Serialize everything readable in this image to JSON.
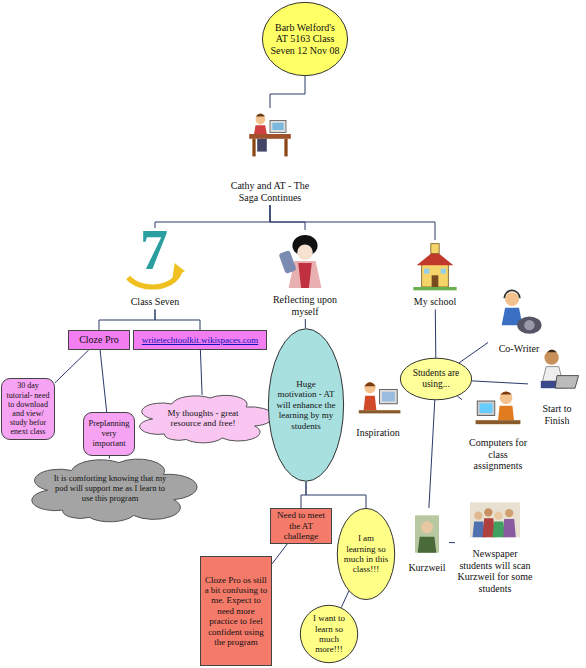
{
  "diagram": {
    "nodes": [
      {
        "text": [
          "Barb Welford's AT 5163 Class Seven 12 Nov 08"
        ]
      },
      {
        "text": [
          "Cathy and AT - The Saga Continues"
        ]
      },
      {
        "text": [
          "Class Seven"
        ]
      },
      {
        "text": [
          "Reflecting upon myself"
        ]
      },
      {
        "text": [
          "My school"
        ]
      },
      {
        "text": [
          "Cloze Pro"
        ]
      },
      {
        "text": [
          "writetechtoolkit.wikispaces.com"
        ]
      },
      {
        "text": [
          "30 day tutorial- need to download and view/ study befor enext class"
        ]
      },
      {
        "text": [
          "Preplanning very important"
        ]
      },
      {
        "text": [
          "It is comforting knowing that my pod will support me as I learn to use this program"
        ]
      },
      {
        "text": [
          "My thoughts - great resource and free!"
        ]
      },
      {
        "text": [
          "Huge motivation - AT will enhance the learning by my students"
        ]
      },
      {
        "text": [
          "Need to meet the AT challenge"
        ]
      },
      {
        "text": [
          "I am learning so much in this class!!!"
        ]
      },
      {
        "text": [
          "Cloze Pro os still a bit confusing to me. Expect to need more practice to feel confident using the program"
        ]
      },
      {
        "text": [
          "I want to learn so much more!!!"
        ]
      },
      {
        "text": [
          "Students are using..."
        ]
      },
      {
        "text": [
          "Co-Writer"
        ]
      },
      {
        "text": [
          "Start to Finish"
        ]
      },
      {
        "text": [
          "Computers for class assignments"
        ]
      },
      {
        "text": [
          "Inspiration"
        ]
      },
      {
        "text": [
          "Kurzweil"
        ]
      },
      {
        "text": [
          "Newspaper students will scan Kurzweil for some students"
        ]
      }
    ],
    "edges": [
      {
        "from": 0,
        "to": 1,
        "arrow": "none"
      },
      {
        "from": 1,
        "to": 2,
        "arrow": "none"
      },
      {
        "from": 1,
        "to": 3,
        "arrow": "none"
      },
      {
        "from": 1,
        "to": 4,
        "arrow": "none"
      },
      {
        "from": 2,
        "to": 5,
        "arrow": "none"
      },
      {
        "from": 2,
        "to": 6,
        "arrow": "none"
      },
      {
        "from": 5,
        "to": 7,
        "arrow": "none"
      },
      {
        "from": 5,
        "to": 8,
        "arrow": "none"
      },
      {
        "from": 8,
        "to": 9,
        "arrow": "none"
      },
      {
        "from": 6,
        "to": 10,
        "arrow": "none"
      },
      {
        "from": 3,
        "to": 11,
        "arrow": "none"
      },
      {
        "from": 11,
        "to": 12,
        "arrow": "none"
      },
      {
        "from": 11,
        "to": 13,
        "arrow": "none"
      },
      {
        "from": 12,
        "to": 14,
        "arrow": "none"
      },
      {
        "from": 13,
        "to": 15,
        "arrow": "none"
      },
      {
        "from": 4,
        "to": 16,
        "arrow": "none"
      },
      {
        "from": 16,
        "to": 17,
        "arrow": "none"
      },
      {
        "from": 16,
        "to": 18,
        "arrow": "none"
      },
      {
        "from": 16,
        "to": 19,
        "arrow": "none"
      },
      {
        "from": 16,
        "to": 20,
        "arrow": "none"
      },
      {
        "from": 16,
        "to": 21,
        "arrow": "none"
      },
      {
        "from": 21,
        "to": 22,
        "arrow": "none"
      }
    ],
    "labels": [
      "7"
    ]
  }
}
